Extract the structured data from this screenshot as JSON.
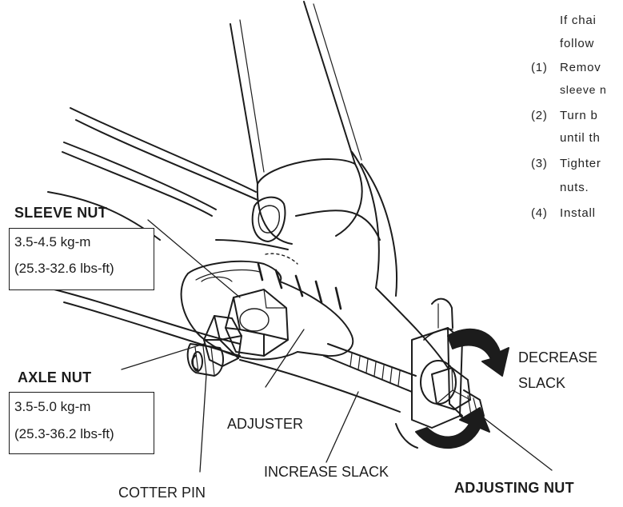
{
  "labels": {
    "sleeve_nut": "SLEEVE NUT",
    "axle_nut": "AXLE NUT",
    "adjuster": "ADJUSTER",
    "increase_slack": "INCREASE SLACK",
    "decrease_slack_1": "DECREASE",
    "decrease_slack_2": "SLACK",
    "cotter_pin": "COTTER PIN",
    "adjusting_nut": "ADJUSTING NUT"
  },
  "torque": {
    "sleeve_nut": {
      "kgm": "3.5-4.5 kg-m",
      "lbsft": "(25.3-32.6 lbs-ft)"
    },
    "axle_nut": {
      "kgm": "3.5-5.0 kg-m",
      "lbsft": "(25.3-36.2 lbs-ft)"
    }
  },
  "instructions": {
    "intro_1": "If chai",
    "intro_2": "follow",
    "steps": [
      {
        "num": "(1)",
        "line1": "Remov",
        "line2": "sleeve n"
      },
      {
        "num": "(2)",
        "line1": "Turn b",
        "line2": "until th"
      },
      {
        "num": "(3)",
        "line1": "Tighter",
        "line2": "nuts."
      },
      {
        "num": "(4)",
        "line1": "Install",
        "line2": ""
      }
    ]
  }
}
